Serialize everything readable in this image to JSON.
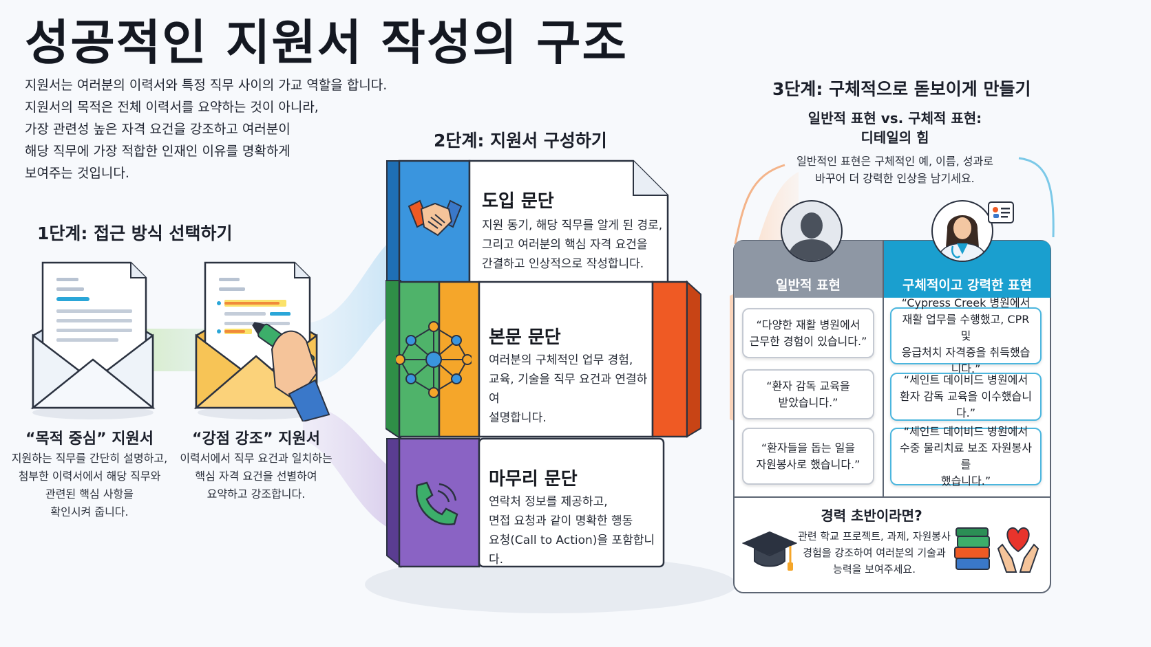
{
  "title": "성공적인 지원서 작성의 구조",
  "intro": {
    "lines": [
      "지원서는 여러분의 이력서와 특정 직무 사이의 가교 역할을 합니다.",
      "지원서의 목적은 전체 이력서를 요약하는 것이 아니라,",
      "가장 관련성 높은 자격 요건을 강조하고 여러분이",
      "해당 직무에 가장 적합한 인재인 이유를 명확하게",
      "보여주는 것입니다."
    ]
  },
  "step1": {
    "heading": "1단계: 접근 방식 선택하기",
    "options": [
      {
        "title": "“목적 중심” 지원서",
        "desc": [
          "지원하는 직무를 간단히 설명하고,",
          "첨부한 이력서에서 해당 직무와",
          "관련된 핵심 사항을",
          "확인시켜 줍니다."
        ],
        "icon": "envelope-letter-icon"
      },
      {
        "title": "“강점 강조” 지원서",
        "desc": [
          "이력서에서 직무 요건과 일치하는",
          "핵심 자격 요건을 선별하여",
          "요약하고 강조합니다."
        ],
        "icon": "envelope-highlighter-icon"
      }
    ]
  },
  "step2": {
    "heading": "2단계: 지원서 구성하기",
    "blocks": [
      {
        "title": "도입 문단",
        "desc": [
          "지원 동기, 해당 직무를 알게 된 경로,",
          "그리고 여러분의 핵심 자격 요건을",
          "간결하고 인상적으로 작성합니다."
        ],
        "icon": "handshake-icon"
      },
      {
        "title": "본문 문단",
        "desc": [
          "여러분의 구체적인 업무 경험,",
          "교육, 기술을 직무 요건과 연결하여",
          "설명합니다."
        ],
        "icon": "network-icon"
      },
      {
        "title": "마무리 문단",
        "desc": [
          "연락처 정보를 제공하고,",
          "면접 요청과 같이 명확한 행동",
          "요청(Call to Action)을 포함합니다."
        ],
        "icon": "phone-icon"
      }
    ]
  },
  "step3": {
    "heading": "3단계: 구체적으로 돋보이게 만들기",
    "subheading": [
      "일반적 표현 vs. 구체적 표현:",
      "디테일의 힘"
    ],
    "desc": [
      "일반적인 표현은 구체적인 예, 이름, 성과로",
      "바꾸어 더 강력한 인상을 남기세요."
    ],
    "generic_label": "일반적 표현",
    "specific_label": "구체적이고 강력한 표현",
    "generic": [
      [
        "“다양한 재활 병원에서",
        "근무한 경험이 있습니다.”"
      ],
      [
        "“환자 감독 교육을",
        "받았습니다.”"
      ],
      [
        "“환자들을 돕는 일을",
        "자원봉사로 했습니다.”"
      ]
    ],
    "specific": [
      [
        "“Cypress Creek 병원에서",
        "재활 업무를 수행했고, CPR 및",
        "응급처치 자격증을 취득했습니다.”"
      ],
      [
        "“세인트 데이비드 병원에서",
        "환자 감독 교육을 이수했습니다.”"
      ],
      [
        "“세인트 데이비드 병원에서",
        "수중 물리치료 보조 자원봉사를",
        "했습니다.”"
      ]
    ],
    "early_title": "경력 초반이라면?",
    "early_desc": [
      "관련 학교 프로젝트, 과제, 자원봉사",
      "경험을 강조하여 여러분의 기술과",
      "능력을 보여주세요."
    ]
  },
  "colors": {
    "blue": "#2f93dc",
    "green": "#43a85a",
    "orange": "#f5a21b",
    "red": "#ef5a24",
    "purple": "#7a55b3",
    "teal": "#1a9fcf",
    "gray": "#8e97a4"
  }
}
